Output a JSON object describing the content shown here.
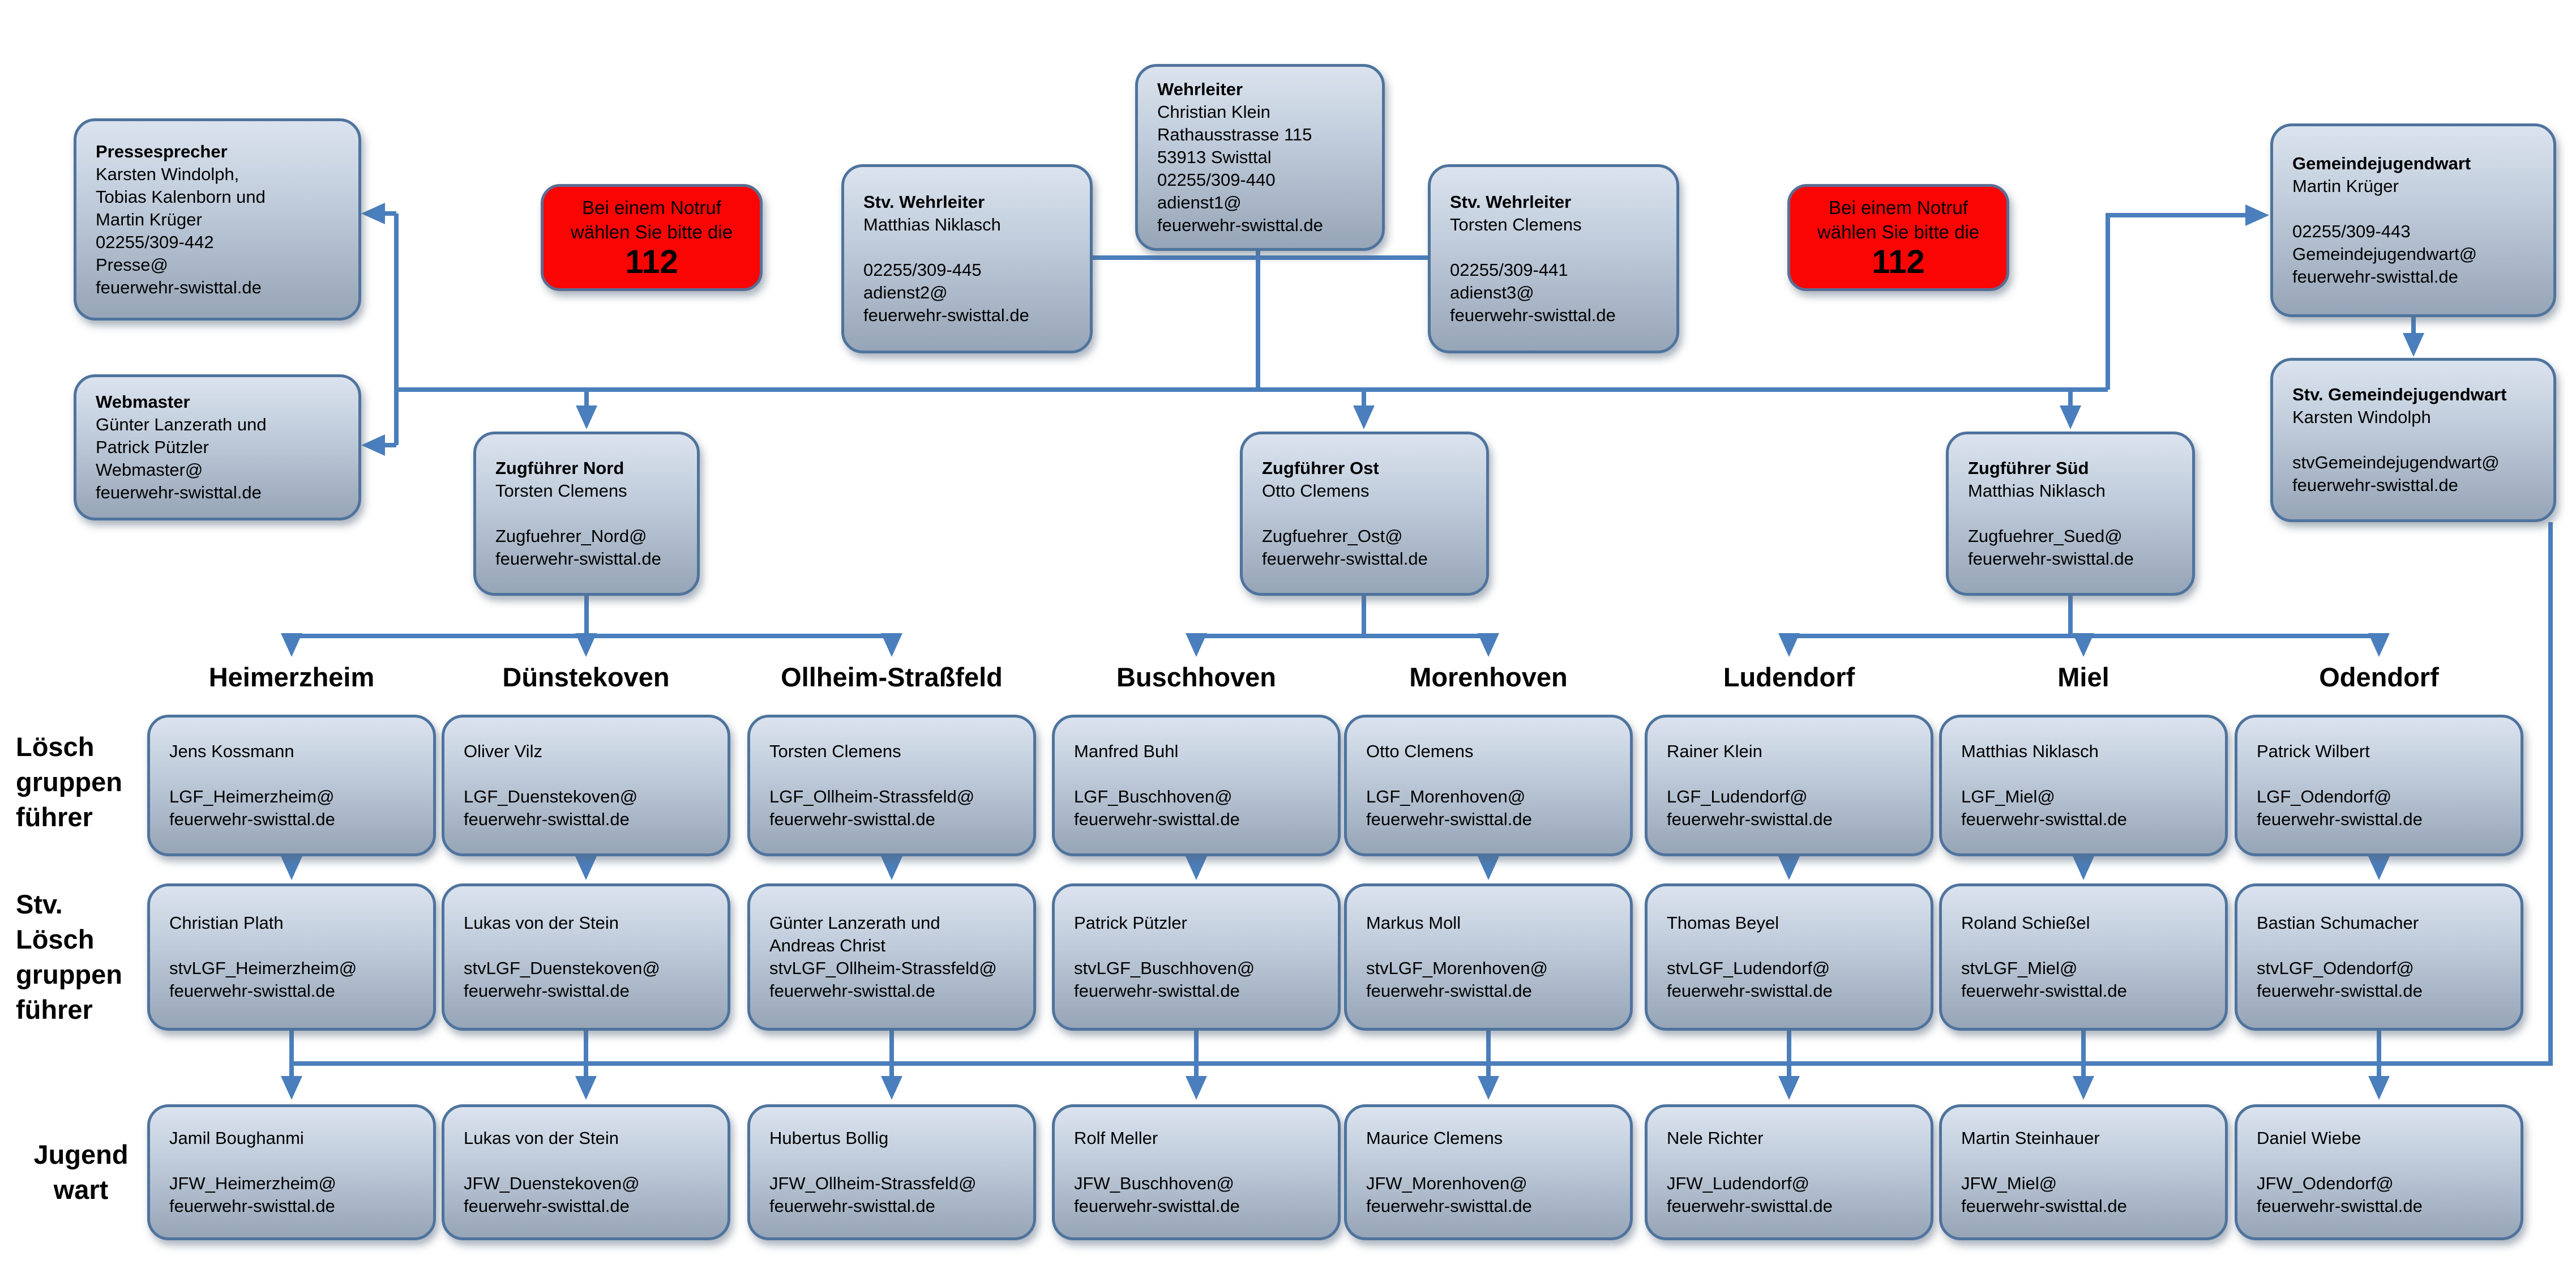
{
  "colors": {
    "box_fill_top": "#dbe3ee",
    "box_fill_bottom": "#96a5b7",
    "box_border": "#4e739d",
    "connector_line": "#4a7ebc",
    "alert_background": "#fb0404",
    "alert_border": "#5a6d94",
    "text": "#000000"
  },
  "notruf": {
    "text": "Bei einem Notruf\nwählen Sie bitte die",
    "number": "112"
  },
  "top": {
    "pressesprecher": {
      "title": "Pressesprecher",
      "body": "Karsten Windolph,\nTobias Kalenborn und\nMartin Krüger\n02255/309-442\nPresse@\nfeuerwehr-swisttal.de"
    },
    "webmaster": {
      "title": "Webmaster",
      "body": "Günter Lanzerath und\nPatrick Pützler\nWebmaster@\nfeuerwehr-swisttal.de"
    },
    "stv_wehrleiter_links": {
      "title": "Stv. Wehrleiter",
      "body": "Matthias Niklasch\n\n02255/309-445\nadienst2@\nfeuerwehr-swisttal.de"
    },
    "wehrleiter": {
      "title": "Wehrleiter",
      "body": "Christian Klein\nRathausstrasse 115\n53913 Swisttal\n02255/309-440\nadienst1@\nfeuerwehr-swisttal.de"
    },
    "stv_wehrleiter_rechts": {
      "title": "Stv. Wehrleiter",
      "body": "Torsten Clemens\n\n02255/309-441\nadienst3@\nfeuerwehr-swisttal.de"
    },
    "gemeindejugendwart": {
      "title": "Gemeindejugendwart",
      "body": "Martin Krüger\n\n02255/309-443\nGemeindejugendwart@\nfeuerwehr-swisttal.de"
    },
    "stv_gemeindejugendwart": {
      "title": "Stv. Gemeindejugendwart",
      "body": "Karsten Windolph\n\nstvGemeindejugendwart@\nfeuerwehr-swisttal.de"
    },
    "zugfuehrer_nord": {
      "title": "Zugführer Nord",
      "body": "Torsten Clemens\n\nZugfuehrer_Nord@\nfeuerwehr-swisttal.de"
    },
    "zugfuehrer_ost": {
      "title": "Zugführer Ost",
      "body": "Otto Clemens\n\nZugfuehrer_Ost@\nfeuerwehr-swisttal.de"
    },
    "zugfuehrer_sued": {
      "title": "Zugführer Süd",
      "body": "Matthias Niklasch\n\nZugfuehrer_Sued@\nfeuerwehr-swisttal.de"
    }
  },
  "columns": [
    "Heimerzheim",
    "Dünstekoven",
    "Ollheim-Straßfeld",
    "Buschhoven",
    "Morenhoven",
    "Ludendorf",
    "Miel",
    "Odendorf"
  ],
  "rows": [
    {
      "label": "Lösch\ngruppen\nführer",
      "boxes": [
        {
          "text": "Jens Kossmann\n\nLGF_Heimerzheim@\nfeuerwehr-swisttal.de"
        },
        {
          "text": "Oliver Vilz\n\nLGF_Duenstekoven@\nfeuerwehr-swisttal.de"
        },
        {
          "text": "Torsten Clemens\n\nLGF_Ollheim-Strassfeld@\nfeuerwehr-swisttal.de"
        },
        {
          "text": "Manfred Buhl\n\nLGF_Buschhoven@\nfeuerwehr-swisttal.de"
        },
        {
          "text": "Otto Clemens\n\nLGF_Morenhoven@\nfeuerwehr-swisttal.de"
        },
        {
          "text": "Rainer Klein\n\nLGF_Ludendorf@\nfeuerwehr-swisttal.de"
        },
        {
          "text": "Matthias Niklasch\n\nLGF_Miel@\nfeuerwehr-swisttal.de"
        },
        {
          "text": "Patrick Wilbert\n\nLGF_Odendorf@\nfeuerwehr-swisttal.de"
        }
      ]
    },
    {
      "label": "Stv.\nLösch\ngruppen\nführer",
      "boxes": [
        {
          "text": "Christian Plath\n\nstvLGF_Heimerzheim@\nfeuerwehr-swisttal.de"
        },
        {
          "text": "Lukas von der Stein\n\nstvLGF_Duenstekoven@\nfeuerwehr-swisttal.de"
        },
        {
          "text": "Günter Lanzerath und\nAndreas Christ\nstvLGF_Ollheim-Strassfeld@\nfeuerwehr-swisttal.de"
        },
        {
          "text": "Patrick Pützler\n\nstvLGF_Buschhoven@\nfeuerwehr-swisttal.de"
        },
        {
          "text": "Markus Moll\n\nstvLGF_Morenhoven@\nfeuerwehr-swisttal.de"
        },
        {
          "text": "Thomas Beyel\n\nstvLGF_Ludendorf@\nfeuerwehr-swisttal.de"
        },
        {
          "text": "Roland Schießel\n\nstvLGF_Miel@\nfeuerwehr-swisttal.de"
        },
        {
          "text": "Bastian Schumacher\n\nstvLGF_Odendorf@\nfeuerwehr-swisttal.de"
        }
      ]
    },
    {
      "label": "Jugend\nwart",
      "boxes": [
        {
          "text": "Jamil Boughanmi\n\nJFW_Heimerzheim@\nfeuerwehr-swisttal.de"
        },
        {
          "text": "Lukas von der Stein\n\nJFW_Duenstekoven@\nfeuerwehr-swisttal.de"
        },
        {
          "text": "Hubertus Bollig\n\nJFW_Ollheim-Strassfeld@\nfeuerwehr-swisttal.de"
        },
        {
          "text": "Rolf Meller\n\nJFW_Buschhoven@\nfeuerwehr-swisttal.de"
        },
        {
          "text": "Maurice Clemens\n\nJFW_Morenhoven@\nfeuerwehr-swisttal.de"
        },
        {
          "text": "Nele Richter\n\nJFW_Ludendorf@\nfeuerwehr-swisttal.de"
        },
        {
          "text": "Martin Steinhauer\n\nJFW_Miel@\nfeuerwehr-swisttal.de"
        },
        {
          "text": "Daniel Wiebe\n\nJFW_Odendorf@\nfeuerwehr-swisttal.de"
        }
      ]
    }
  ]
}
